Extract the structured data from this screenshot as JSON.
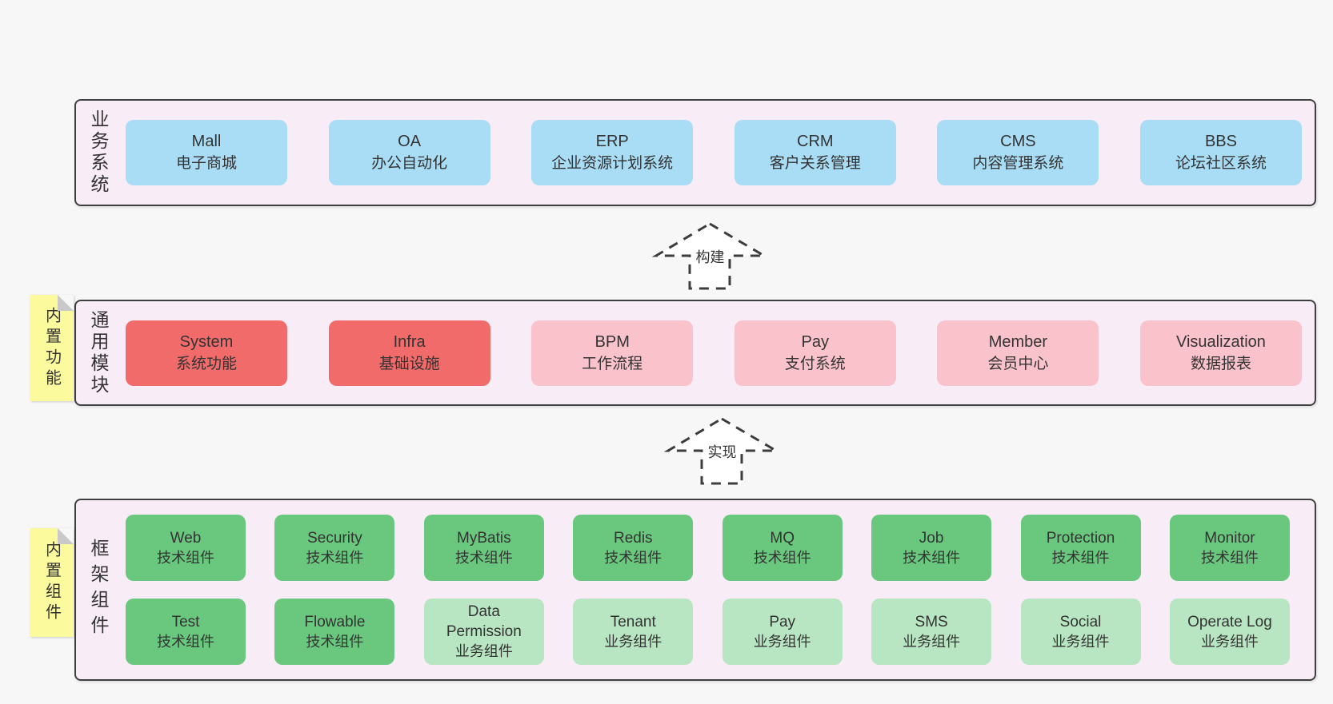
{
  "colors": {
    "page_bg": "#f7f7f7",
    "band_bg": "#f8edf7",
    "band_border": "#3f3f3f",
    "blue_box": "#a9dcf5",
    "red_box": "#f16b6b",
    "pink_box": "#fac3cc",
    "green_dark_box": "#69c87e",
    "green_light_box": "#b9e6c2",
    "sticky_bg": "#fbfa9d",
    "sticky_fold": "#c9c9c9",
    "text": "#333333"
  },
  "arrows": [
    {
      "label": "构建"
    },
    {
      "label": "实现"
    }
  ],
  "bands": [
    {
      "label": "业务系统",
      "boxes": [
        {
          "title": "Mall",
          "subtitle": "电子商城"
        },
        {
          "title": "OA",
          "subtitle": "办公自动化"
        },
        {
          "title": "ERP",
          "subtitle": "企业资源计划系统"
        },
        {
          "title": "CRM",
          "subtitle": "客户关系管理"
        },
        {
          "title": "CMS",
          "subtitle": "内容管理系统"
        },
        {
          "title": "BBS",
          "subtitle": "论坛社区系统"
        }
      ]
    },
    {
      "label": "通用模块",
      "sticky": "内置功能",
      "boxes": [
        {
          "title": "System",
          "subtitle": "系统功能"
        },
        {
          "title": "Infra",
          "subtitle": "基础设施"
        },
        {
          "title": "BPM",
          "subtitle": "工作流程"
        },
        {
          "title": "Pay",
          "subtitle": "支付系统"
        },
        {
          "title": "Member",
          "subtitle": "会员中心"
        },
        {
          "title": "Visualization",
          "subtitle": "数据报表"
        }
      ]
    },
    {
      "label": "框架组件",
      "sticky": "内置组件",
      "rows": [
        [
          {
            "title": "Web",
            "subtitle": "技术组件"
          },
          {
            "title": "Security",
            "subtitle": "技术组件"
          },
          {
            "title": "MyBatis",
            "subtitle": "技术组件"
          },
          {
            "title": "Redis",
            "subtitle": "技术组件"
          },
          {
            "title": "MQ",
            "subtitle": "技术组件"
          },
          {
            "title": "Job",
            "subtitle": "技术组件"
          },
          {
            "title": "Protection",
            "subtitle": "技术组件"
          },
          {
            "title": "Monitor",
            "subtitle": "技术组件"
          }
        ],
        [
          {
            "title": "Test",
            "subtitle": "技术组件"
          },
          {
            "title": "Flowable",
            "subtitle": "技术组件"
          },
          {
            "title": "Data Permission",
            "subtitle": "业务组件"
          },
          {
            "title": "Tenant",
            "subtitle": "业务组件"
          },
          {
            "title": "Pay",
            "subtitle": "业务组件"
          },
          {
            "title": "SMS",
            "subtitle": "业务组件"
          },
          {
            "title": "Social",
            "subtitle": "业务组件"
          },
          {
            "title": "Operate Log",
            "subtitle": "业务组件"
          }
        ]
      ]
    }
  ]
}
